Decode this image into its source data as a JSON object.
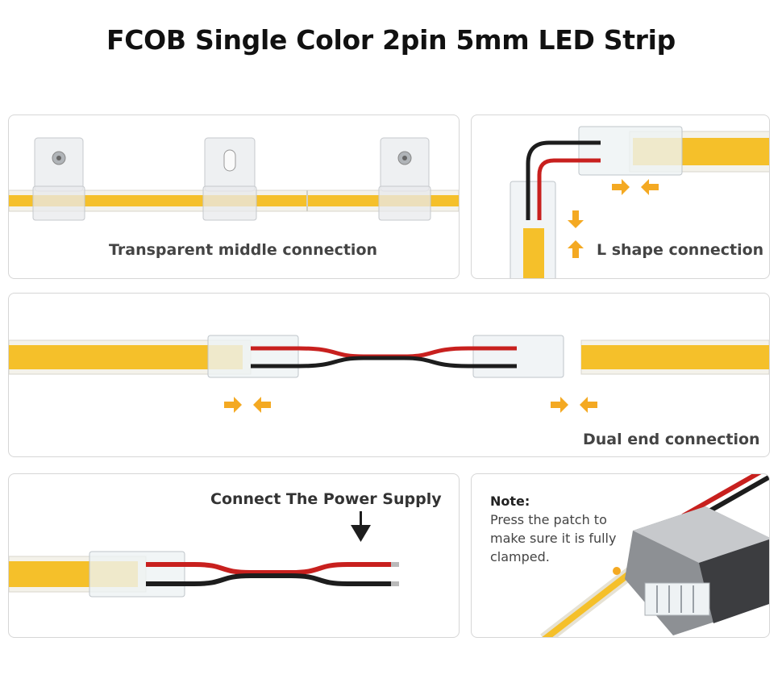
{
  "title": "FCOB Single Color 2pin 5mm LED Strip",
  "panels": {
    "middle": {
      "caption": "Transparent middle connection"
    },
    "lshape": {
      "caption": "L shape connection"
    },
    "dual": {
      "caption": "Dual end connection"
    },
    "power": {
      "caption": "Connect The Power Supply"
    },
    "note": {
      "heading": "Note:",
      "text": "Press the patch to make sure it is fully clamped."
    }
  },
  "colors": {
    "strip": "#f5c02a",
    "arrow": "#f4a922",
    "wire_red": "#c8201e",
    "wire_black": "#1d1d1d",
    "border": "#d6d6d6"
  },
  "icons": [
    "push-arrow-icon",
    "down-arrow-icon"
  ]
}
